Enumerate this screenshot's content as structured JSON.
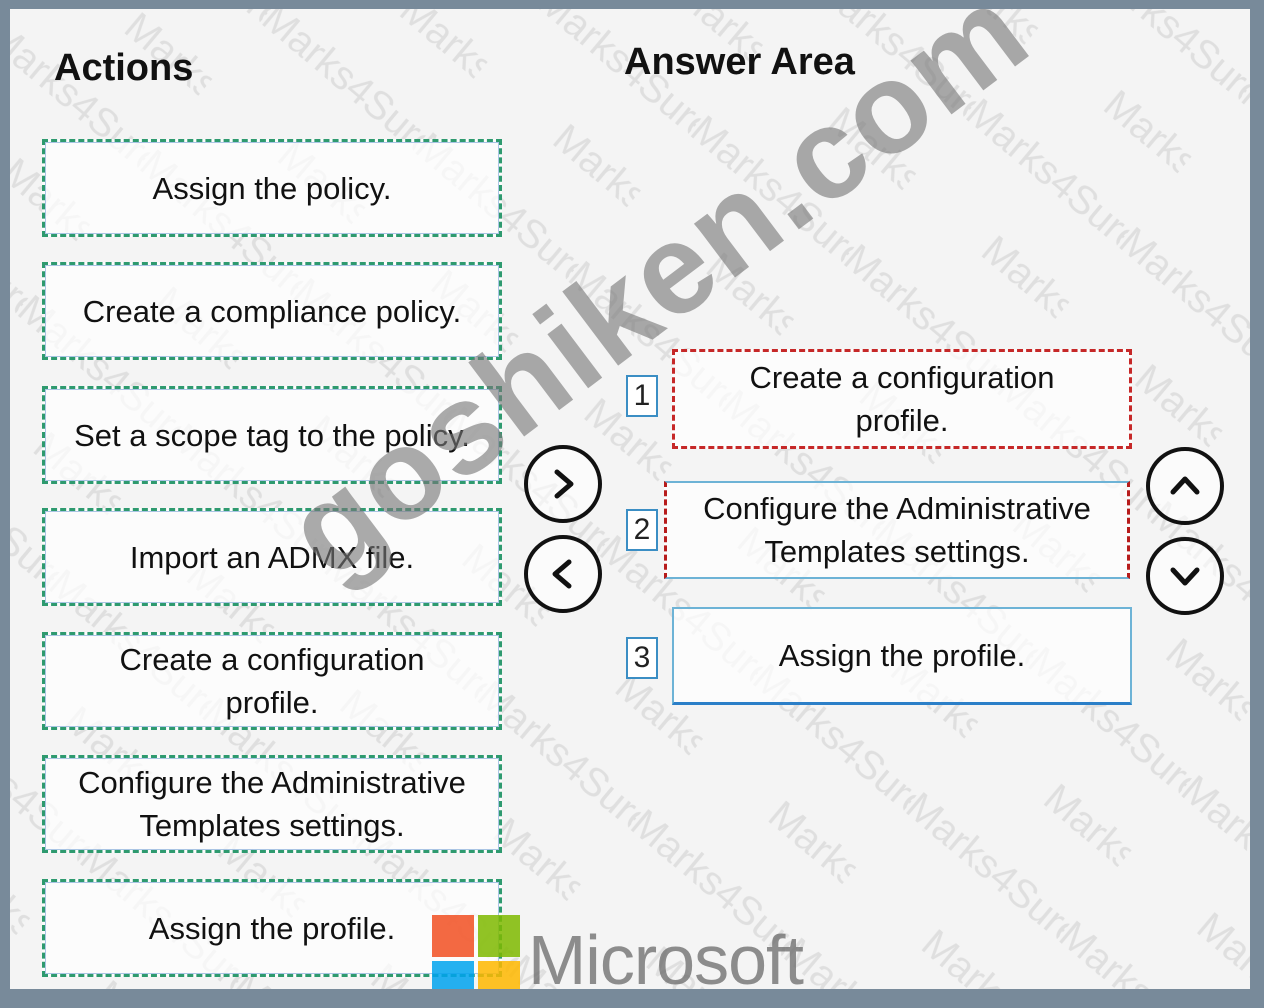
{
  "actions": {
    "heading": "Actions",
    "items": [
      {
        "label": "Assign the policy."
      },
      {
        "label": "Create a compliance policy."
      },
      {
        "label": "Set a scope tag to the policy."
      },
      {
        "label": "Import an ADMX file."
      },
      {
        "label": "Create a configuration\nprofile."
      },
      {
        "label": "Configure the Administrative\nTemplates settings."
      },
      {
        "label": "Assign the profile."
      }
    ]
  },
  "answer_area": {
    "heading": "Answer Area",
    "items": [
      {
        "number": "1",
        "label": "Create a configuration\nprofile."
      },
      {
        "number": "2",
        "label": "Configure the Administrative\nTemplates settings."
      },
      {
        "number": "3",
        "label": "Assign the profile."
      }
    ]
  },
  "controls": {
    "move_right_icon": "chevron-right-icon",
    "move_left_icon": "chevron-left-icon",
    "move_up_icon": "chevron-up-icon",
    "move_down_icon": "chevron-down-icon"
  },
  "watermarks": {
    "repeated_text": "Marks4Sure",
    "diagonal_text": "goshiken.com",
    "brand_text": "Microsoft"
  },
  "colors": {
    "action_border": "#2e9a6f",
    "selected_border": "#c62828",
    "answer_border": "#2b7fc8",
    "background": "#788a9a"
  }
}
